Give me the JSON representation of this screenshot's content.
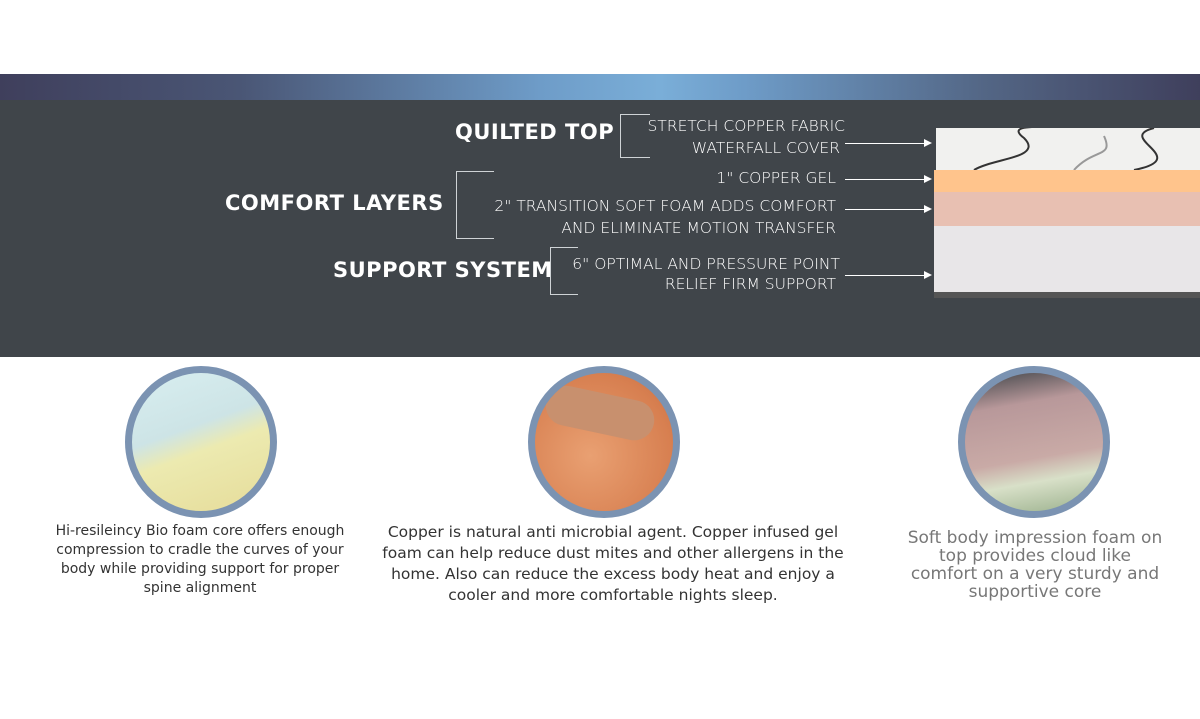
{
  "layers": {
    "quilted_top": {
      "title": "QUILTED TOP",
      "desc": [
        "STRETCH COPPER  FABRIC",
        "WATERFALL COVER"
      ]
    },
    "comfort_layers": {
      "title": "COMFORT LAYERS",
      "desc1": "1\" COPPER GEL",
      "desc2": [
        "2\"  TRANSITION SOFT FOAM ADDS COMFORT",
        "AND ELIMINATE MOTION TRANSFER"
      ]
    },
    "support_system": {
      "title": "SUPPORT SYSTEM",
      "desc": [
        "6\" OPTIMAL AND PRESSURE POINT",
        "RELIEF FIRM SUPPORT"
      ]
    }
  },
  "features": [
    {
      "icon": "bio-foam-image",
      "text": "Hi-resileincy Bio foam core offers enough compression to cradle the curves of your body while providing support for proper spine alignment"
    },
    {
      "icon": "copper-gel-hand-image",
      "text": "Copper is natural anti microbial agent. Copper infused gel foam can help reduce dust mites and other allergens in the home. Also can reduce the excess body heat and enjoy a cooler and more comfortable nights sleep."
    },
    {
      "icon": "impression-foam-image",
      "text": "Soft body impression foam on top provides cloud like comfort on a very sturdy and supportive core"
    }
  ],
  "colors": {
    "panel": "#40454a",
    "ring": "#7b93b2",
    "gel": "#ffc48c",
    "transition": "#e8c0b2"
  }
}
